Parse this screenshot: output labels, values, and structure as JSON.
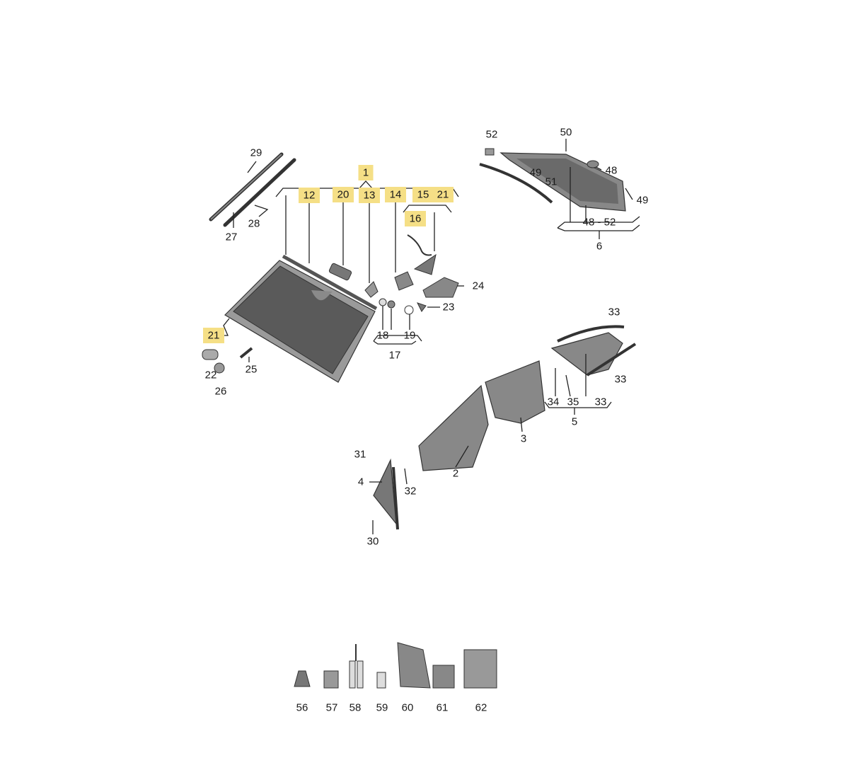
{
  "diagram": {
    "highlight_color": "#f5df86",
    "callouts": [
      {
        "label": "29",
        "highlighted": false
      },
      {
        "label": "27",
        "highlighted": false
      },
      {
        "label": "28",
        "highlighted": false
      },
      {
        "label": "1",
        "highlighted": true
      },
      {
        "label": "12",
        "highlighted": true
      },
      {
        "label": "20",
        "highlighted": true
      },
      {
        "label": "13",
        "highlighted": true
      },
      {
        "label": "14",
        "highlighted": true
      },
      {
        "label": "15",
        "highlighted": true
      },
      {
        "label": "21",
        "highlighted": true
      },
      {
        "label": "16",
        "highlighted": true
      },
      {
        "label": "24",
        "highlighted": false
      },
      {
        "label": "23",
        "highlighted": false
      },
      {
        "label": "18",
        "highlighted": false
      },
      {
        "label": "19",
        "highlighted": false
      },
      {
        "label": "17",
        "highlighted": false
      },
      {
        "label": "21",
        "highlighted": true
      },
      {
        "label": "22",
        "highlighted": false
      },
      {
        "label": "25",
        "highlighted": false
      },
      {
        "label": "26",
        "highlighted": false
      },
      {
        "label": "52",
        "highlighted": false
      },
      {
        "label": "50",
        "highlighted": false
      },
      {
        "label": "49",
        "highlighted": false
      },
      {
        "label": "48",
        "highlighted": false
      },
      {
        "label": "51",
        "highlighted": false
      },
      {
        "label": "49",
        "highlighted": false
      },
      {
        "label": "48 - 52",
        "highlighted": false
      },
      {
        "label": "6",
        "highlighted": false
      },
      {
        "label": "33",
        "highlighted": false
      },
      {
        "label": "33",
        "highlighted": false
      },
      {
        "label": "34",
        "highlighted": false
      },
      {
        "label": "35",
        "highlighted": false
      },
      {
        "label": "33",
        "highlighted": false
      },
      {
        "label": "5",
        "highlighted": false
      },
      {
        "label": "3",
        "highlighted": false
      },
      {
        "label": "2",
        "highlighted": false
      },
      {
        "label": "31",
        "highlighted": false
      },
      {
        "label": "4",
        "highlighted": false
      },
      {
        "label": "32",
        "highlighted": false
      },
      {
        "label": "30",
        "highlighted": false
      },
      {
        "label": "56",
        "highlighted": false
      },
      {
        "label": "57",
        "highlighted": false
      },
      {
        "label": "58",
        "highlighted": false
      },
      {
        "label": "59",
        "highlighted": false
      },
      {
        "label": "60",
        "highlighted": false
      },
      {
        "label": "61",
        "highlighted": false
      },
      {
        "label": "62",
        "highlighted": false
      }
    ]
  }
}
